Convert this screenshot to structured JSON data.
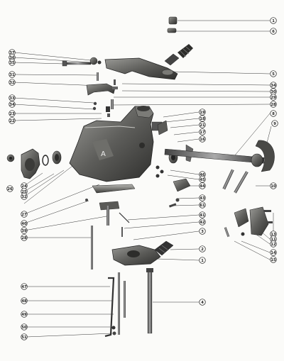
{
  "diagram": {
    "left_callouts": [
      {
        "id": "l37",
        "num": "37"
      },
      {
        "id": "l36",
        "num": "36"
      },
      {
        "id": "l35",
        "num": "35"
      },
      {
        "id": "l31",
        "num": "31"
      },
      {
        "id": "l32",
        "num": "32"
      },
      {
        "id": "l33",
        "num": "33"
      },
      {
        "id": "l34",
        "num": "34"
      },
      {
        "id": "l23",
        "num": "23"
      },
      {
        "id": "l22",
        "num": "22"
      },
      {
        "id": "l26",
        "num": "26"
      },
      {
        "id": "l24",
        "num": "24"
      },
      {
        "id": "l25",
        "num": "25"
      },
      {
        "id": "l32b",
        "num": "32"
      },
      {
        "id": "l27",
        "num": "27"
      },
      {
        "id": "l40",
        "num": "40"
      },
      {
        "id": "l39",
        "num": "39"
      },
      {
        "id": "l28",
        "num": "28"
      },
      {
        "id": "l47",
        "num": "47"
      },
      {
        "id": "l48",
        "num": "48"
      },
      {
        "id": "l49",
        "num": "49"
      },
      {
        "id": "l50",
        "num": "50"
      },
      {
        "id": "l51",
        "num": "51"
      }
    ],
    "right_callouts": [
      {
        "id": "r1",
        "num": "1"
      },
      {
        "id": "r6",
        "num": "6"
      },
      {
        "id": "r5",
        "num": "5"
      },
      {
        "id": "r34",
        "num": "34"
      },
      {
        "id": "r30",
        "num": "30"
      },
      {
        "id": "r29",
        "num": "29"
      },
      {
        "id": "r28",
        "num": "28"
      },
      {
        "id": "r19",
        "num": "19"
      },
      {
        "id": "r18",
        "num": "18"
      },
      {
        "id": "r21",
        "num": "21"
      },
      {
        "id": "r17",
        "num": "17"
      },
      {
        "id": "r16",
        "num": "16"
      },
      {
        "id": "r8",
        "num": "8"
      },
      {
        "id": "r9",
        "num": "9"
      },
      {
        "id": "r46",
        "num": "46"
      },
      {
        "id": "r45",
        "num": "45"
      },
      {
        "id": "r44",
        "num": "44"
      },
      {
        "id": "r10",
        "num": "10"
      },
      {
        "id": "r43",
        "num": "43"
      },
      {
        "id": "r61",
        "num": "61"
      },
      {
        "id": "r41",
        "num": "41"
      },
      {
        "id": "r42",
        "num": "42"
      },
      {
        "id": "r3",
        "num": "3"
      },
      {
        "id": "r2",
        "num": "2"
      },
      {
        "id": "r1b",
        "num": "1"
      },
      {
        "id": "r13",
        "num": "13"
      },
      {
        "id": "r11",
        "num": "11"
      },
      {
        "id": "r12",
        "num": "12"
      },
      {
        "id": "r14",
        "num": "14"
      },
      {
        "id": "r15",
        "num": "15"
      },
      {
        "id": "r4",
        "num": "4"
      }
    ]
  }
}
